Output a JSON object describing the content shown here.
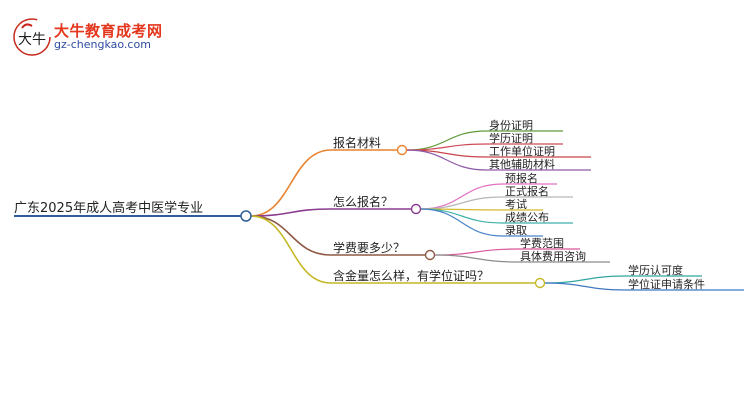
{
  "logo": {
    "site_name": "大牛教育成考网",
    "url": "gz-chengkao.com",
    "emblem_text": "大牛",
    "colors": {
      "emblem": "#c8291d",
      "title": "#e4361d",
      "url": "#2d4aa0"
    }
  },
  "mindmap": {
    "root": {
      "label": "广东2025年成人高考中医学专业",
      "color": "#2f5f98"
    },
    "branches": [
      {
        "label": "报名材料",
        "color": "#e8832f",
        "children": [
          {
            "label": "身份证明",
            "color": "#5e9b3a"
          },
          {
            "label": "学历证明",
            "color": "#d04a57"
          },
          {
            "label": "工作单位证明",
            "color": "#c94449"
          },
          {
            "label": "其他辅助材料",
            "color": "#8f5aa8"
          }
        ]
      },
      {
        "label": "怎么报名？",
        "color": "#8a3c8f",
        "children": [
          {
            "label": "预报名",
            "color": "#e070c3"
          },
          {
            "label": "正式报名",
            "color": "#b7b7b7"
          },
          {
            "label": "考试",
            "color": "#d4b82e"
          },
          {
            "label": "成绩公布",
            "color": "#3fb1a9"
          },
          {
            "label": "录取",
            "color": "#4a83c7"
          }
        ]
      },
      {
        "label": "学费要多少？",
        "color": "#8f5a45",
        "children": [
          {
            "label": "学费范围",
            "color": "#d9559b"
          },
          {
            "label": "具体费用咨询",
            "color": "#8c8c8c"
          }
        ]
      },
      {
        "label": "含金量怎么样，有学位证吗？",
        "color": "#c5b826",
        "children": [
          {
            "label": "学历认可度",
            "color": "#2fa7a0"
          },
          {
            "label": "学位证申请条件",
            "color": "#3f78c2"
          }
        ]
      }
    ]
  }
}
